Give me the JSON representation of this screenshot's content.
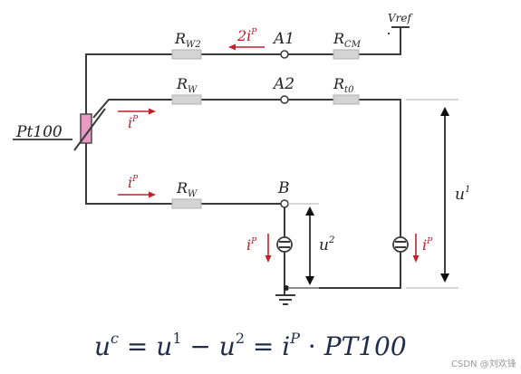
{
  "labels": {
    "pt100": "Pt100",
    "vref": "Vref",
    "a1": "A1",
    "a2": "A2",
    "b": "B",
    "r_w2_main": "R",
    "r_w2_sub": "W2",
    "r_cm_main": "R",
    "r_cm_sub": "CM",
    "r_w_a2_main": "R",
    "r_w_a2_sub": "W",
    "r_t0_main": "R",
    "r_t0_sub": "t0",
    "r_w_b_main": "R",
    "r_w_b_sub": "W",
    "current_2ip_main": "2i",
    "current_2ip_sup": "P",
    "current_ip_main": "i",
    "current_ip_sup": "P",
    "u1_main": "u",
    "u1_sup": "1",
    "u2_main": "u",
    "u2_sup": "2"
  },
  "equation": {
    "u": "u",
    "c": "c",
    "eq1": " = ",
    "u1": "u",
    "one": "1",
    "minus": " − ",
    "u2": "u",
    "two": "2",
    "eq2": " = ",
    "i": "i",
    "p": "P",
    "dot": " · ",
    "pt": "PT100"
  },
  "watermark": "CSDN @刘欢锋",
  "colors": {
    "accent": "#c0202a",
    "wire": "#3a3a3a",
    "resistor": "#d4d4d4"
  }
}
